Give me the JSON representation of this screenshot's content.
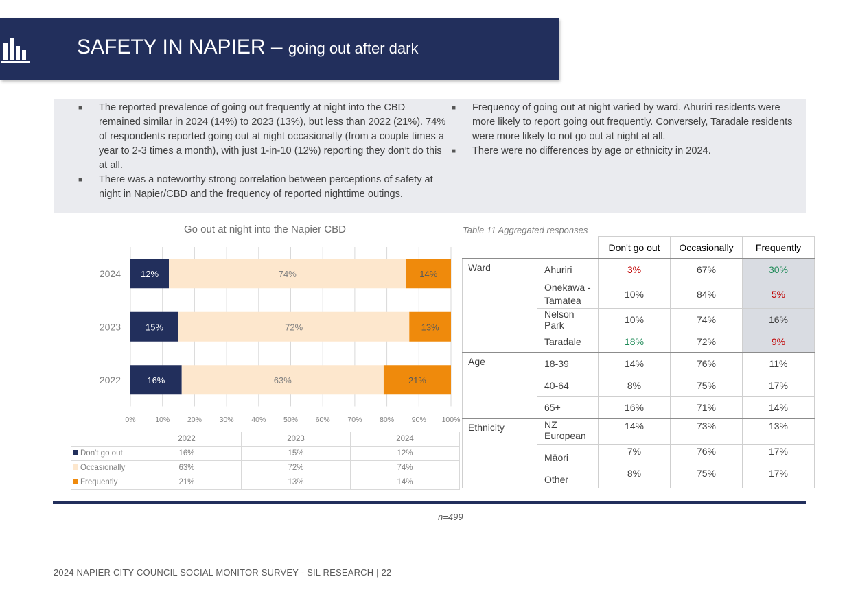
{
  "header": {
    "title_main": "SAFETY IN NAPIER",
    "title_dash": " – ",
    "title_sub": "going out after dark"
  },
  "summary": {
    "left_points": [
      "The reported prevalence of going out frequently at night into the CBD remained similar in 2024 (14%) to 2023 (13%), but less than 2022 (21%). 74% of respondents reported going out at night occasionally (from a couple times a year to 2-3 times a month), with just 1-in-10 (12%) reporting they don’t do this at all.",
      "There was a noteworthy strong correlation between perceptions of safety at night in Napier/CBD and the frequency of reported nighttime outings."
    ],
    "right_points": [
      "Frequency of going out at night varied by ward. Ahuriri residents were more likely to report going out frequently. Conversely, Taradale residents were more likely to not go out at night at all.",
      "There were no differences by age or ethnicity in 2024."
    ]
  },
  "chart_data": {
    "type": "bar",
    "orientation": "horizontal",
    "stacked": true,
    "title": "Go out at night into the Napier CBD",
    "categories": [
      "2024",
      "2023",
      "2022"
    ],
    "series": [
      {
        "name": "Don't go out",
        "values": [
          12,
          15,
          16
        ],
        "labels": [
          "12%",
          "15%",
          "16%"
        ],
        "color": "#222f5c",
        "label_color": "#ffffff"
      },
      {
        "name": "Occasionally",
        "values": [
          74,
          72,
          63
        ],
        "labels": [
          "74%",
          "72%",
          "63%"
        ],
        "color": "#fde7cd",
        "label_color": "#808080"
      },
      {
        "name": "Frequently",
        "values": [
          14,
          13,
          21
        ],
        "labels": [
          "14%",
          "13%",
          "21%"
        ],
        "color": "#ef8a0c",
        "label_color": "#595959"
      }
    ],
    "xlim": [
      0,
      100
    ],
    "x_ticks": [
      "0%",
      "10%",
      "20%",
      "30%",
      "40%",
      "50%",
      "60%",
      "70%",
      "80%",
      "90%",
      "100%"
    ],
    "grid": "vertical",
    "legend": "data table below",
    "data_table": {
      "years": [
        "2022",
        "2023",
        "2024"
      ],
      "rows": [
        {
          "name": "Don't go out",
          "color": "#222f5c",
          "values": [
            "16%",
            "15%",
            "12%"
          ]
        },
        {
          "name": "Occasionally",
          "color": "#fde7cd",
          "values": [
            "63%",
            "72%",
            "74%"
          ]
        },
        {
          "name": "Frequently",
          "color": "#ef8a0c",
          "values": [
            "21%",
            "13%",
            "14%"
          ]
        }
      ]
    }
  },
  "table": {
    "caption": "Table 11 Aggregated responses",
    "headers": [
      "Don't go out",
      "Occasionally",
      "Frequently"
    ],
    "groups": [
      {
        "name": "Ward",
        "rows": [
          {
            "label": "Ahuriri",
            "values": [
              "3%",
              "67%",
              "30%"
            ]
          },
          {
            "label": "Onekawa - Tamatea",
            "values": [
              "10%",
              "84%",
              "5%"
            ]
          },
          {
            "label": "Nelson Park",
            "values": [
              "10%",
              "74%",
              "16%"
            ]
          },
          {
            "label": "Taradale",
            "values": [
              "18%",
              "72%",
              "9%"
            ]
          }
        ]
      },
      {
        "name": "Age",
        "rows": [
          {
            "label": "18-39",
            "values": [
              "14%",
              "76%",
              "11%"
            ]
          },
          {
            "label": "40-64",
            "values": [
              "8%",
              "75%",
              "17%"
            ]
          },
          {
            "label": "65+",
            "values": [
              "16%",
              "71%",
              "14%"
            ]
          }
        ]
      },
      {
        "name": "Ethnicity",
        "rows": [
          {
            "label": "NZ European",
            "values": [
              "14%",
              "73%",
              "13%"
            ]
          },
          {
            "label": "Māori",
            "values": [
              "7%",
              "76%",
              "17%"
            ]
          },
          {
            "label": "Other",
            "values": [
              "8%",
              "75%",
              "17%"
            ]
          }
        ]
      }
    ],
    "highlight_colors": {
      "red": "#c00000",
      "green": "#1e8a57",
      "shade": "#d9dce2"
    }
  },
  "sample_note": "n=499",
  "footer": "2024 NAPIER CITY COUNCIL SOCIAL MONITOR SURVEY - SIL RESEARCH | 22"
}
